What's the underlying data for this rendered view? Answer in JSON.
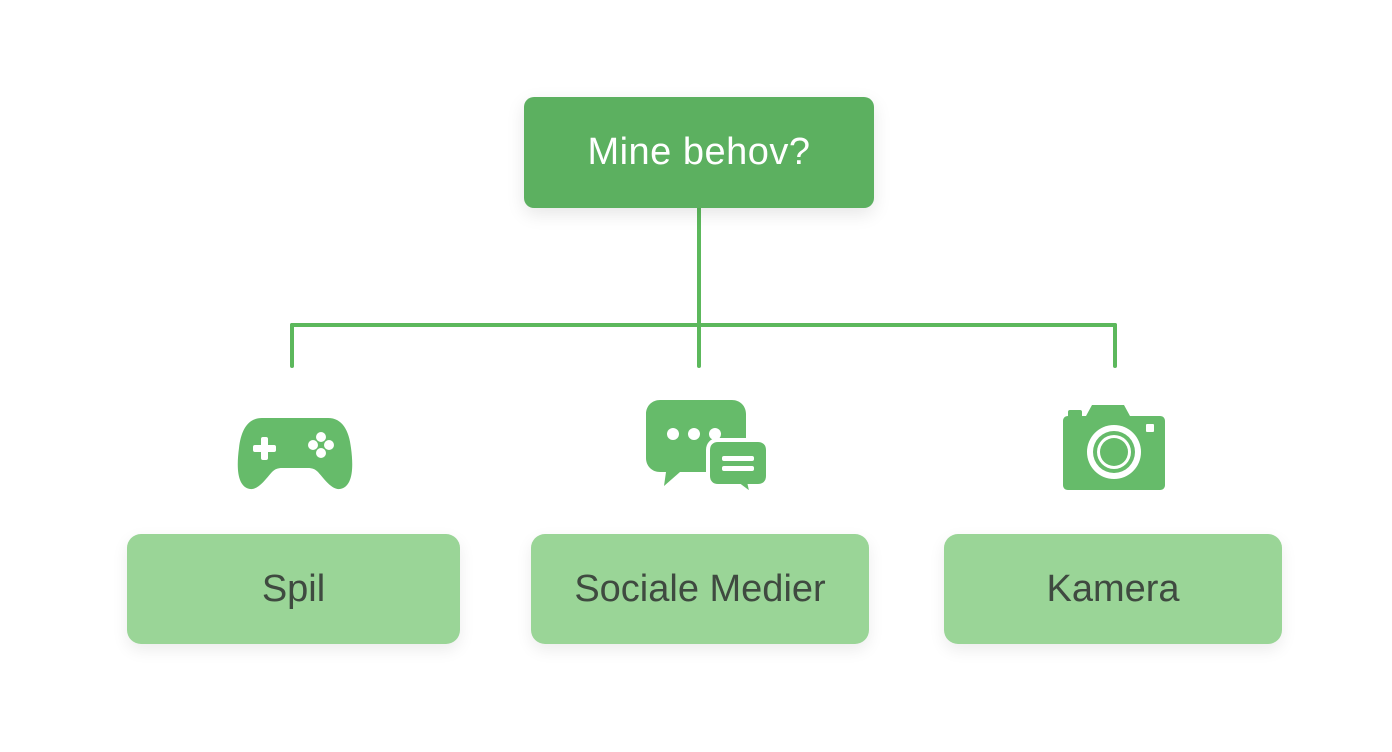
{
  "diagram": {
    "root": {
      "label": "Mine behov?"
    },
    "children": [
      {
        "label": "Spil",
        "icon": "gamepad-icon"
      },
      {
        "label": "Sociale Medier",
        "icon": "chat-bubbles-icon"
      },
      {
        "label": "Kamera",
        "icon": "camera-icon"
      }
    ]
  },
  "colors": {
    "root_fill": "#5cb060",
    "child_fill": "#9ad597",
    "connector": "#5cb85c",
    "icon": "#66bb6a",
    "child_text": "#3f4a40"
  }
}
